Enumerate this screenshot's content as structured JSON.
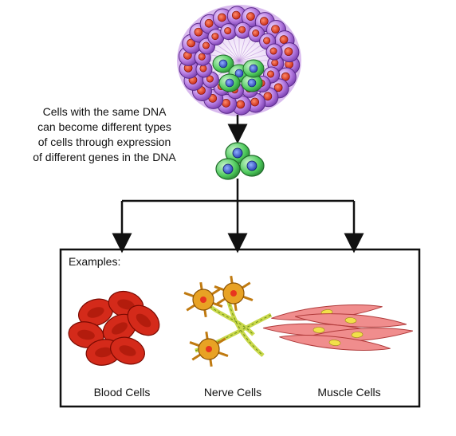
{
  "caption": {
    "lines": [
      "Cells with the same DNA",
      "can become different types",
      "of cells through expression",
      "of different genes in the DNA"
    ]
  },
  "examples_box": {
    "title": "Examples:",
    "items": [
      {
        "label": "Blood Cells"
      },
      {
        "label": "Nerve Cells"
      },
      {
        "label": "Muscle Cells"
      }
    ]
  },
  "colors": {
    "cluster_purple": "#a86ad8",
    "cluster_purple_light": "#e8c8f8",
    "nucleus_red": "#e8351f",
    "stem_green": "#5fd46a",
    "stem_nucleus_blue": "#2c4fd6",
    "blood_red": "#d42a1a",
    "nerve_orange": "#e8a224",
    "nerve_axon": "#c8d84a",
    "muscle_pink": "#f08d8d",
    "muscle_nucleus": "#f2e04a",
    "line": "#111111"
  }
}
